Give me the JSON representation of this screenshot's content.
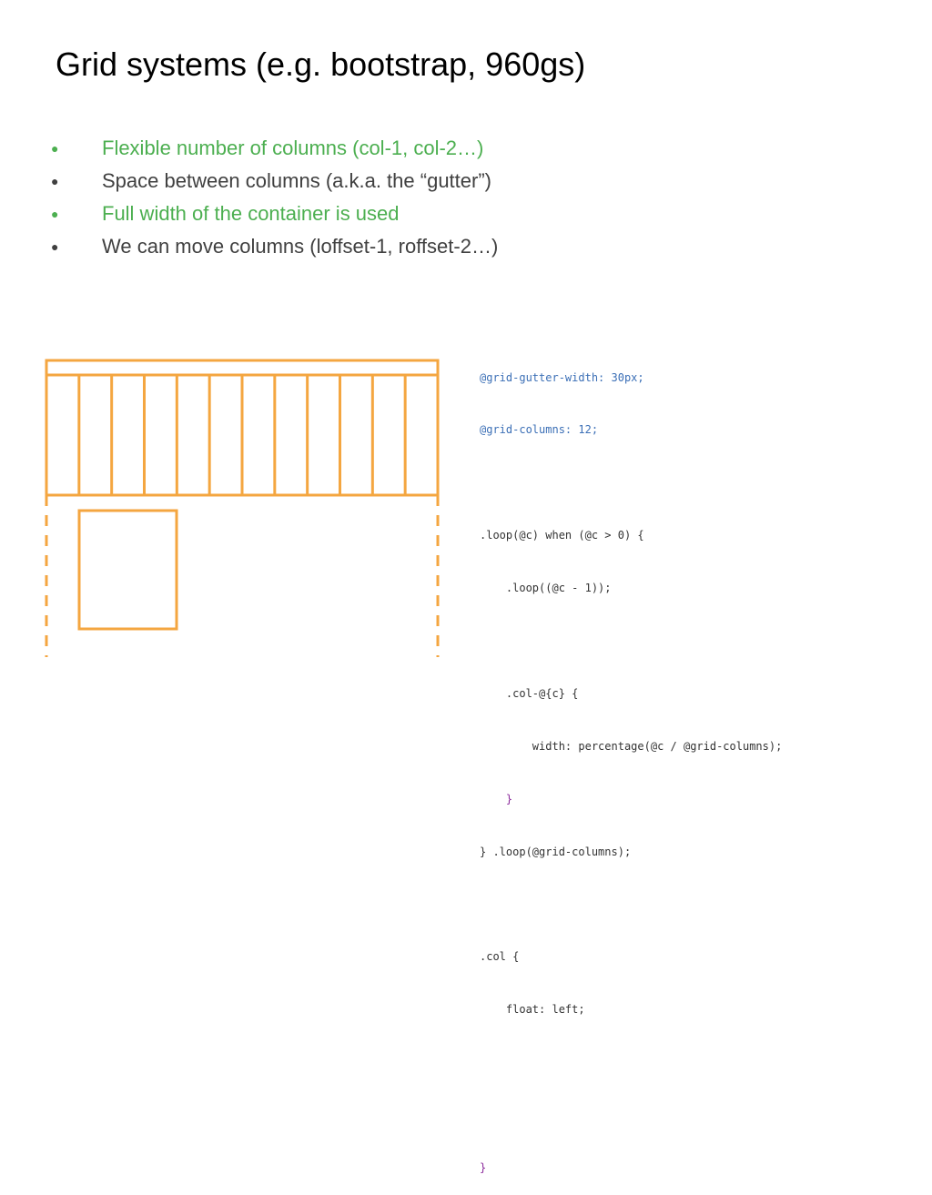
{
  "slide": {
    "title": "Grid systems (e.g. bootstrap, 960gs)"
  },
  "bullets": [
    {
      "text": "Flexible number of columns (col-1, col-2…)",
      "color": "#4caf50"
    },
    {
      "text": "Space between columns (a.k.a. the “gutter”)",
      "color": "#404040"
    },
    {
      "text": "Full width of the container is used",
      "color": "#4caf50"
    },
    {
      "text": "We can move columns (loffset-1, roffset-2…)",
      "color": "#404040"
    }
  ],
  "bullet_symbol": "●",
  "diagram": {
    "stroke_color": "#f4a640",
    "columns": 12
  },
  "code": {
    "lines": [
      "@grid-gutter-width: 30px;",
      "@grid-columns: 12;",
      "",
      ".loop(@c) when (@c > 0) {",
      "    .loop((@c - 1));",
      "",
      "    .col-@{c} {",
      "        width: percentage(@c / @grid-columns);",
      "    }",
      "} .loop(@grid-columns);",
      "",
      ".col {",
      "    float: left;",
      "",
      "",
      "}"
    ]
  }
}
